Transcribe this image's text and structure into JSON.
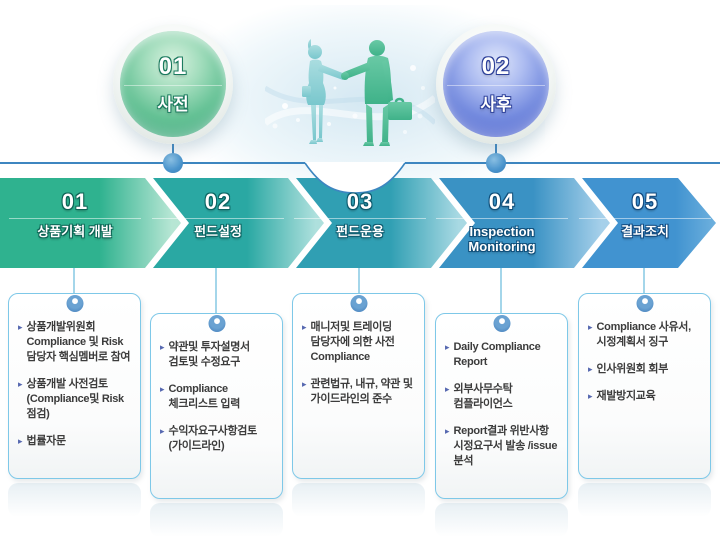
{
  "palette": {
    "phase1_green": "#41a87e",
    "phase2_blue": "#5267cf",
    "connector_blue": "#3d86c0",
    "card_border": "#7ec8e8",
    "step_colors": [
      "#2fb28f",
      "#2aa8a3",
      "#309fb3",
      "#3a92c4",
      "#4193d0"
    ]
  },
  "icons": {
    "bullet": "▸"
  },
  "phases": [
    {
      "number": "01",
      "label": "사전"
    },
    {
      "number": "02",
      "label": "사후"
    }
  ],
  "steps": [
    {
      "number": "01",
      "title": "상품기획 개발",
      "items": [
        "상품개발위원회 Compliance 및 Risk 담당자 핵심멤버로 참여",
        "상품개발 사전검토 (Compliance및 Risk 점검)",
        "법률자문"
      ]
    },
    {
      "number": "02",
      "title": "펀드설정",
      "items": [
        "약관및 투자설명서 검토및 수정요구",
        "Compliance 체크리스트 입력",
        "수익자요구사항검토 (가이드라인)"
      ]
    },
    {
      "number": "03",
      "title": "펀드운용",
      "items": [
        "매니저및 트레이딩 담당자에 의한 사전 Compliance",
        "관련법규, 내규, 약관 및 가이드라인의 준수"
      ]
    },
    {
      "number": "04",
      "title": "Inspection Monitoring",
      "items": [
        "Daily Compliance Report",
        "외부사무수탁 컴플라이언스",
        "Report결과 위반사항 시정요구서 발송 /issue 분석"
      ]
    },
    {
      "number": "05",
      "title": "결과조치",
      "items": [
        "Compliance 사유서, 시정계획서 징구",
        "인사위원회 회부",
        "재발방지교육"
      ]
    }
  ]
}
